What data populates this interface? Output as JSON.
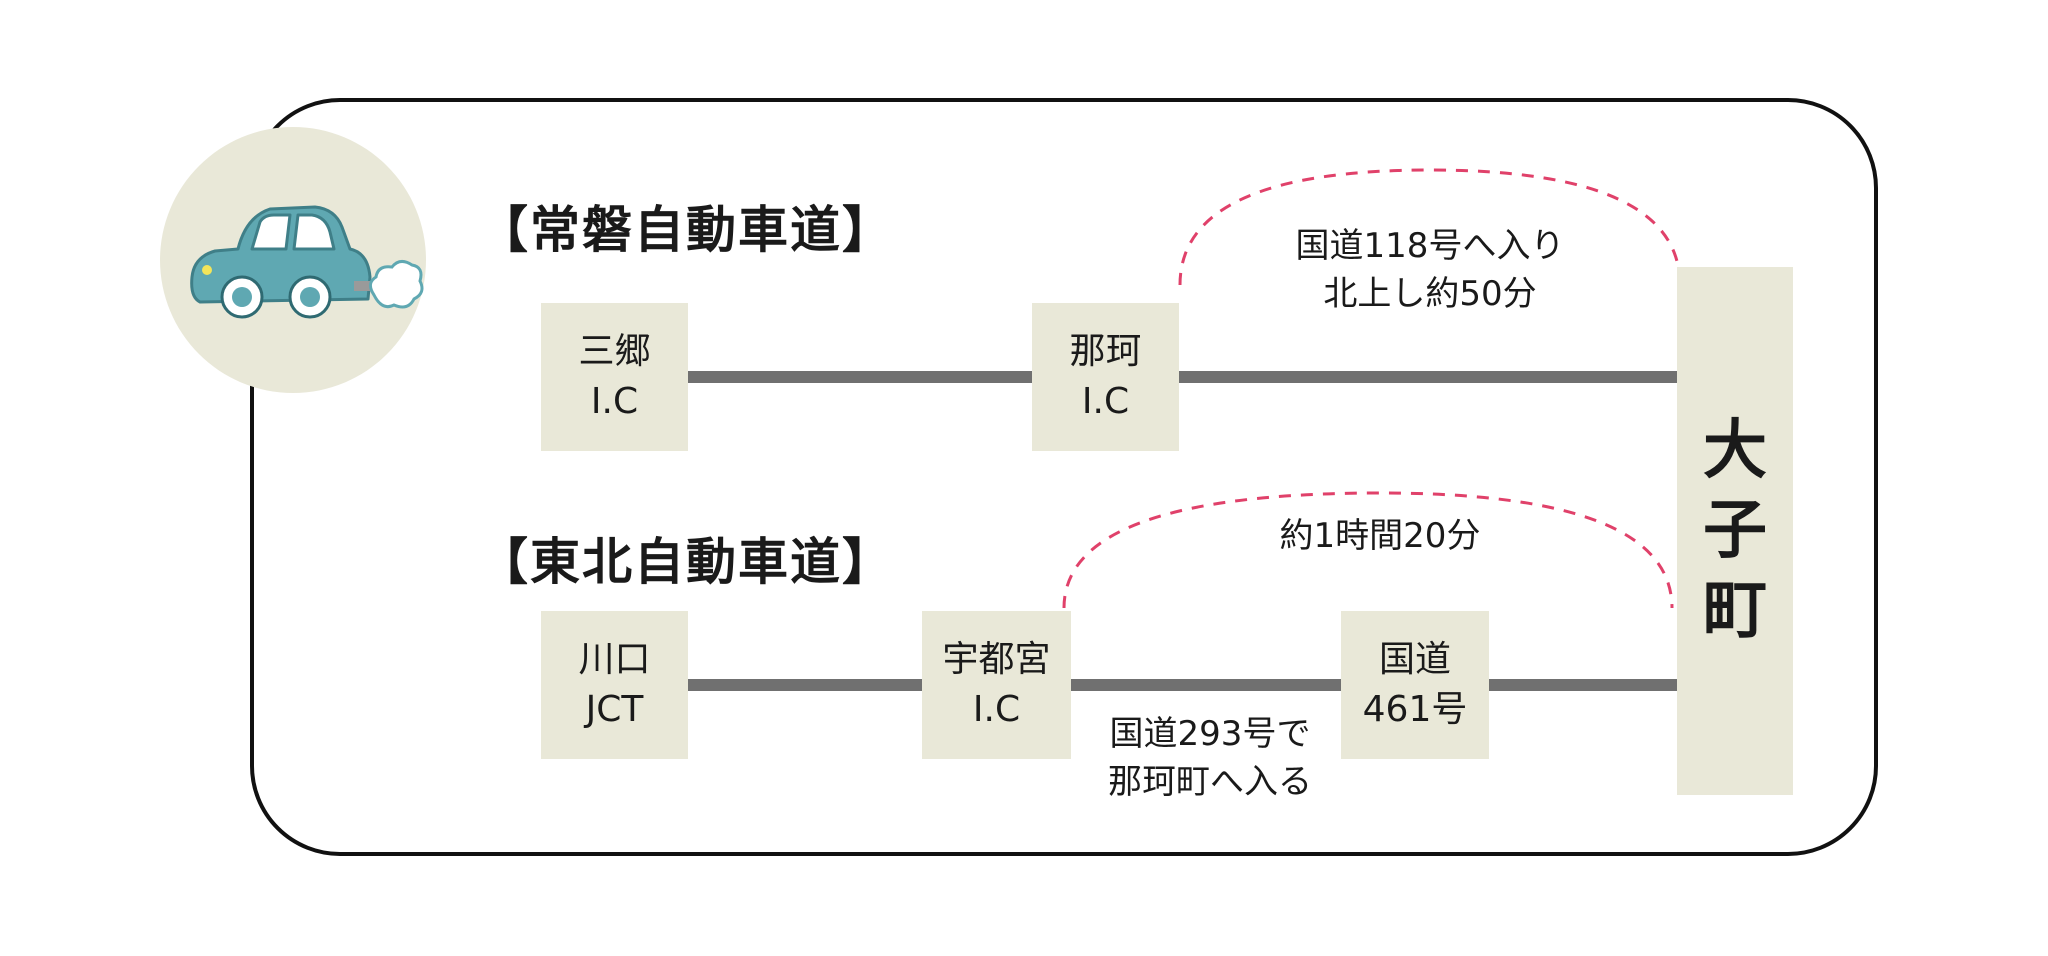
{
  "sections": [
    {
      "title": "【常磐自動車道】",
      "nodes": [
        {
          "line1": "三郷",
          "line2": "I.C"
        },
        {
          "line1": "那珂",
          "line2": "I.C"
        }
      ],
      "note": {
        "line1": "国道118号へ入り",
        "line2": "北上し約50分"
      }
    },
    {
      "title": "【東北自動車道】",
      "nodes": [
        {
          "line1": "川口",
          "line2": "JCT"
        },
        {
          "line1": "宇都宮",
          "line2": "I.C"
        },
        {
          "line1": "国道",
          "line2": "461号"
        }
      ],
      "arc_note": "約1時間20分",
      "segment_note": {
        "line1": "国道293号で",
        "line2": "那珂町へ入る"
      }
    }
  ],
  "destination": {
    "chars": [
      "大",
      "子",
      "町"
    ]
  },
  "icons": [
    "car-icon",
    "exhaust-cloud-icon"
  ],
  "colors": {
    "node_fill": "#e9e8d8",
    "line": "#707070",
    "arc": "#e0416a",
    "car": "#5fa8b2"
  }
}
